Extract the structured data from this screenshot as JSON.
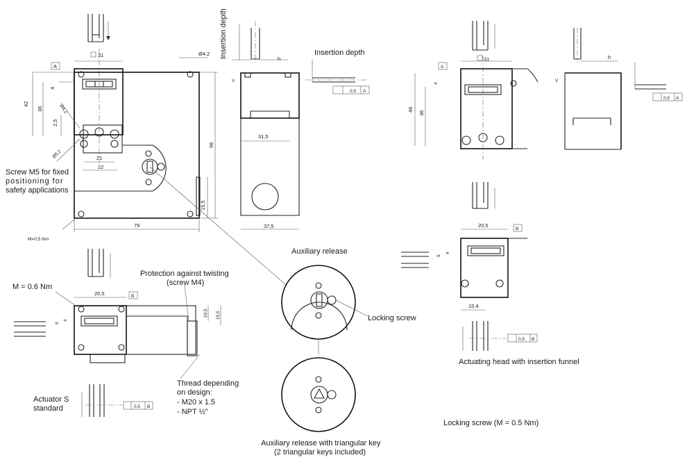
{
  "labels": {
    "insertion_depth_vertical": "Insertion depth",
    "insertion_depth": "Insertion depth",
    "screw_m5": [
      "Screw M5 for fixed",
      "positioning for",
      "safety applications"
    ],
    "torque_small": "M=0,5 Nm",
    "torque_m06": "M = 0.6 Nm",
    "protection": [
      "Protection against twisting",
      "(screw M4)"
    ],
    "thread": [
      "Thread depending",
      "on design:",
      "- M20 x 1.5",
      "- NPT ½\""
    ],
    "actuator": [
      "Actuator S",
      "standard"
    ],
    "aux_release": "Auxiliary release",
    "locking_screw": "Locking screw",
    "aux_release_triangular": [
      "Auxiliary release with triangular key",
      "(2 triangular keys included)"
    ],
    "actuating_head_funnel": "Actuating head with insertion funnel",
    "locking_screw_torque": "Locking screw (M = 0.5 Nm)"
  },
  "dimensions": {
    "square_31": "31",
    "dia_4_2": "Ø4,2",
    "d42": "42",
    "d36": "36",
    "d4": "4",
    "d2_5": "2,5",
    "dia_5_2": "Ø5,2",
    "d21": "21",
    "d22": "22",
    "d96": "96",
    "d15_5": "15,5",
    "d79": "79",
    "d31_5": "31,5",
    "d37_5": "37,5",
    "h": "h",
    "v": "V",
    "tol_0_5": "0,5",
    "datum_a": "A",
    "datum_b": "B",
    "d46": "46",
    "d20_5": "20,5",
    "d9": "9",
    "d10_5": "10,5",
    "d15_4": "15,4"
  }
}
